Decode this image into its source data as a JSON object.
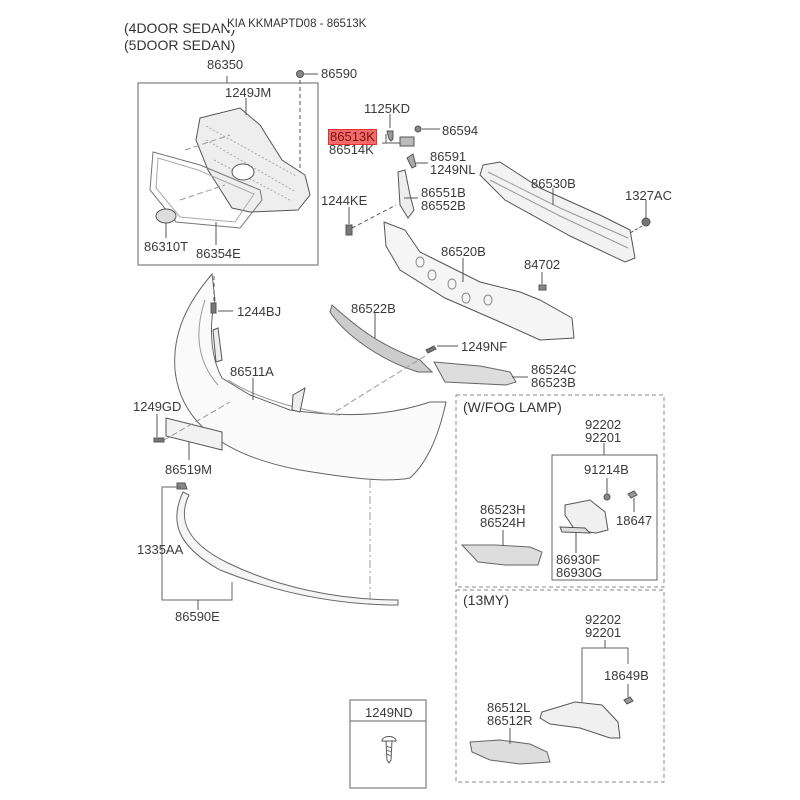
{
  "title": "KIA KKMAPTD08 - 86513K",
  "variants": [
    "(4DOOR SEDAN)",
    "(5DOOR SEDAN)"
  ],
  "highlighted_part": "86513K",
  "callouts": {
    "p86350": "86350",
    "p86590": "86590",
    "p1249JM": "1249JM",
    "p86310T": "86310T",
    "p86354E": "86354E",
    "p1125KD": "1125KD",
    "p86513K": "86513K",
    "p86514K": "86514K",
    "p86594": "86594",
    "p86591": "86591",
    "p1249NL": "1249NL",
    "p86530B": "86530B",
    "p1327AC": "1327AC",
    "p1244KE": "1244KE",
    "p86551B": "86551B",
    "p86552B": "86552B",
    "p86520B": "86520B",
    "p84702": "84702",
    "p1244BJ": "1244BJ",
    "p86522B": "86522B",
    "p1249NF": "1249NF",
    "p86511A": "86511A",
    "p86524C": "86524C",
    "p86523B": "86523B",
    "p1249GD": "1249GD",
    "p86519M": "86519M",
    "p1335AA": "1335AA",
    "p86590E": "86590E",
    "p1249ND": "1249ND"
  },
  "fog_lamp_section": {
    "header": "(W/FOG LAMP)",
    "p92202": "92202",
    "p92201": "92201",
    "p91214B": "91214B",
    "p18647": "18647",
    "p86523H": "86523H",
    "p86524H": "86524H",
    "p86930F": "86930F",
    "p86930G": "86930G"
  },
  "my13_section": {
    "header": "(13MY)",
    "p92202": "92202",
    "p92201": "92201",
    "p18649B": "18649B",
    "p86512L": "86512L",
    "p86512R": "86512R"
  },
  "colors": {
    "highlight": "#f26b6b",
    "line": "#555555"
  }
}
